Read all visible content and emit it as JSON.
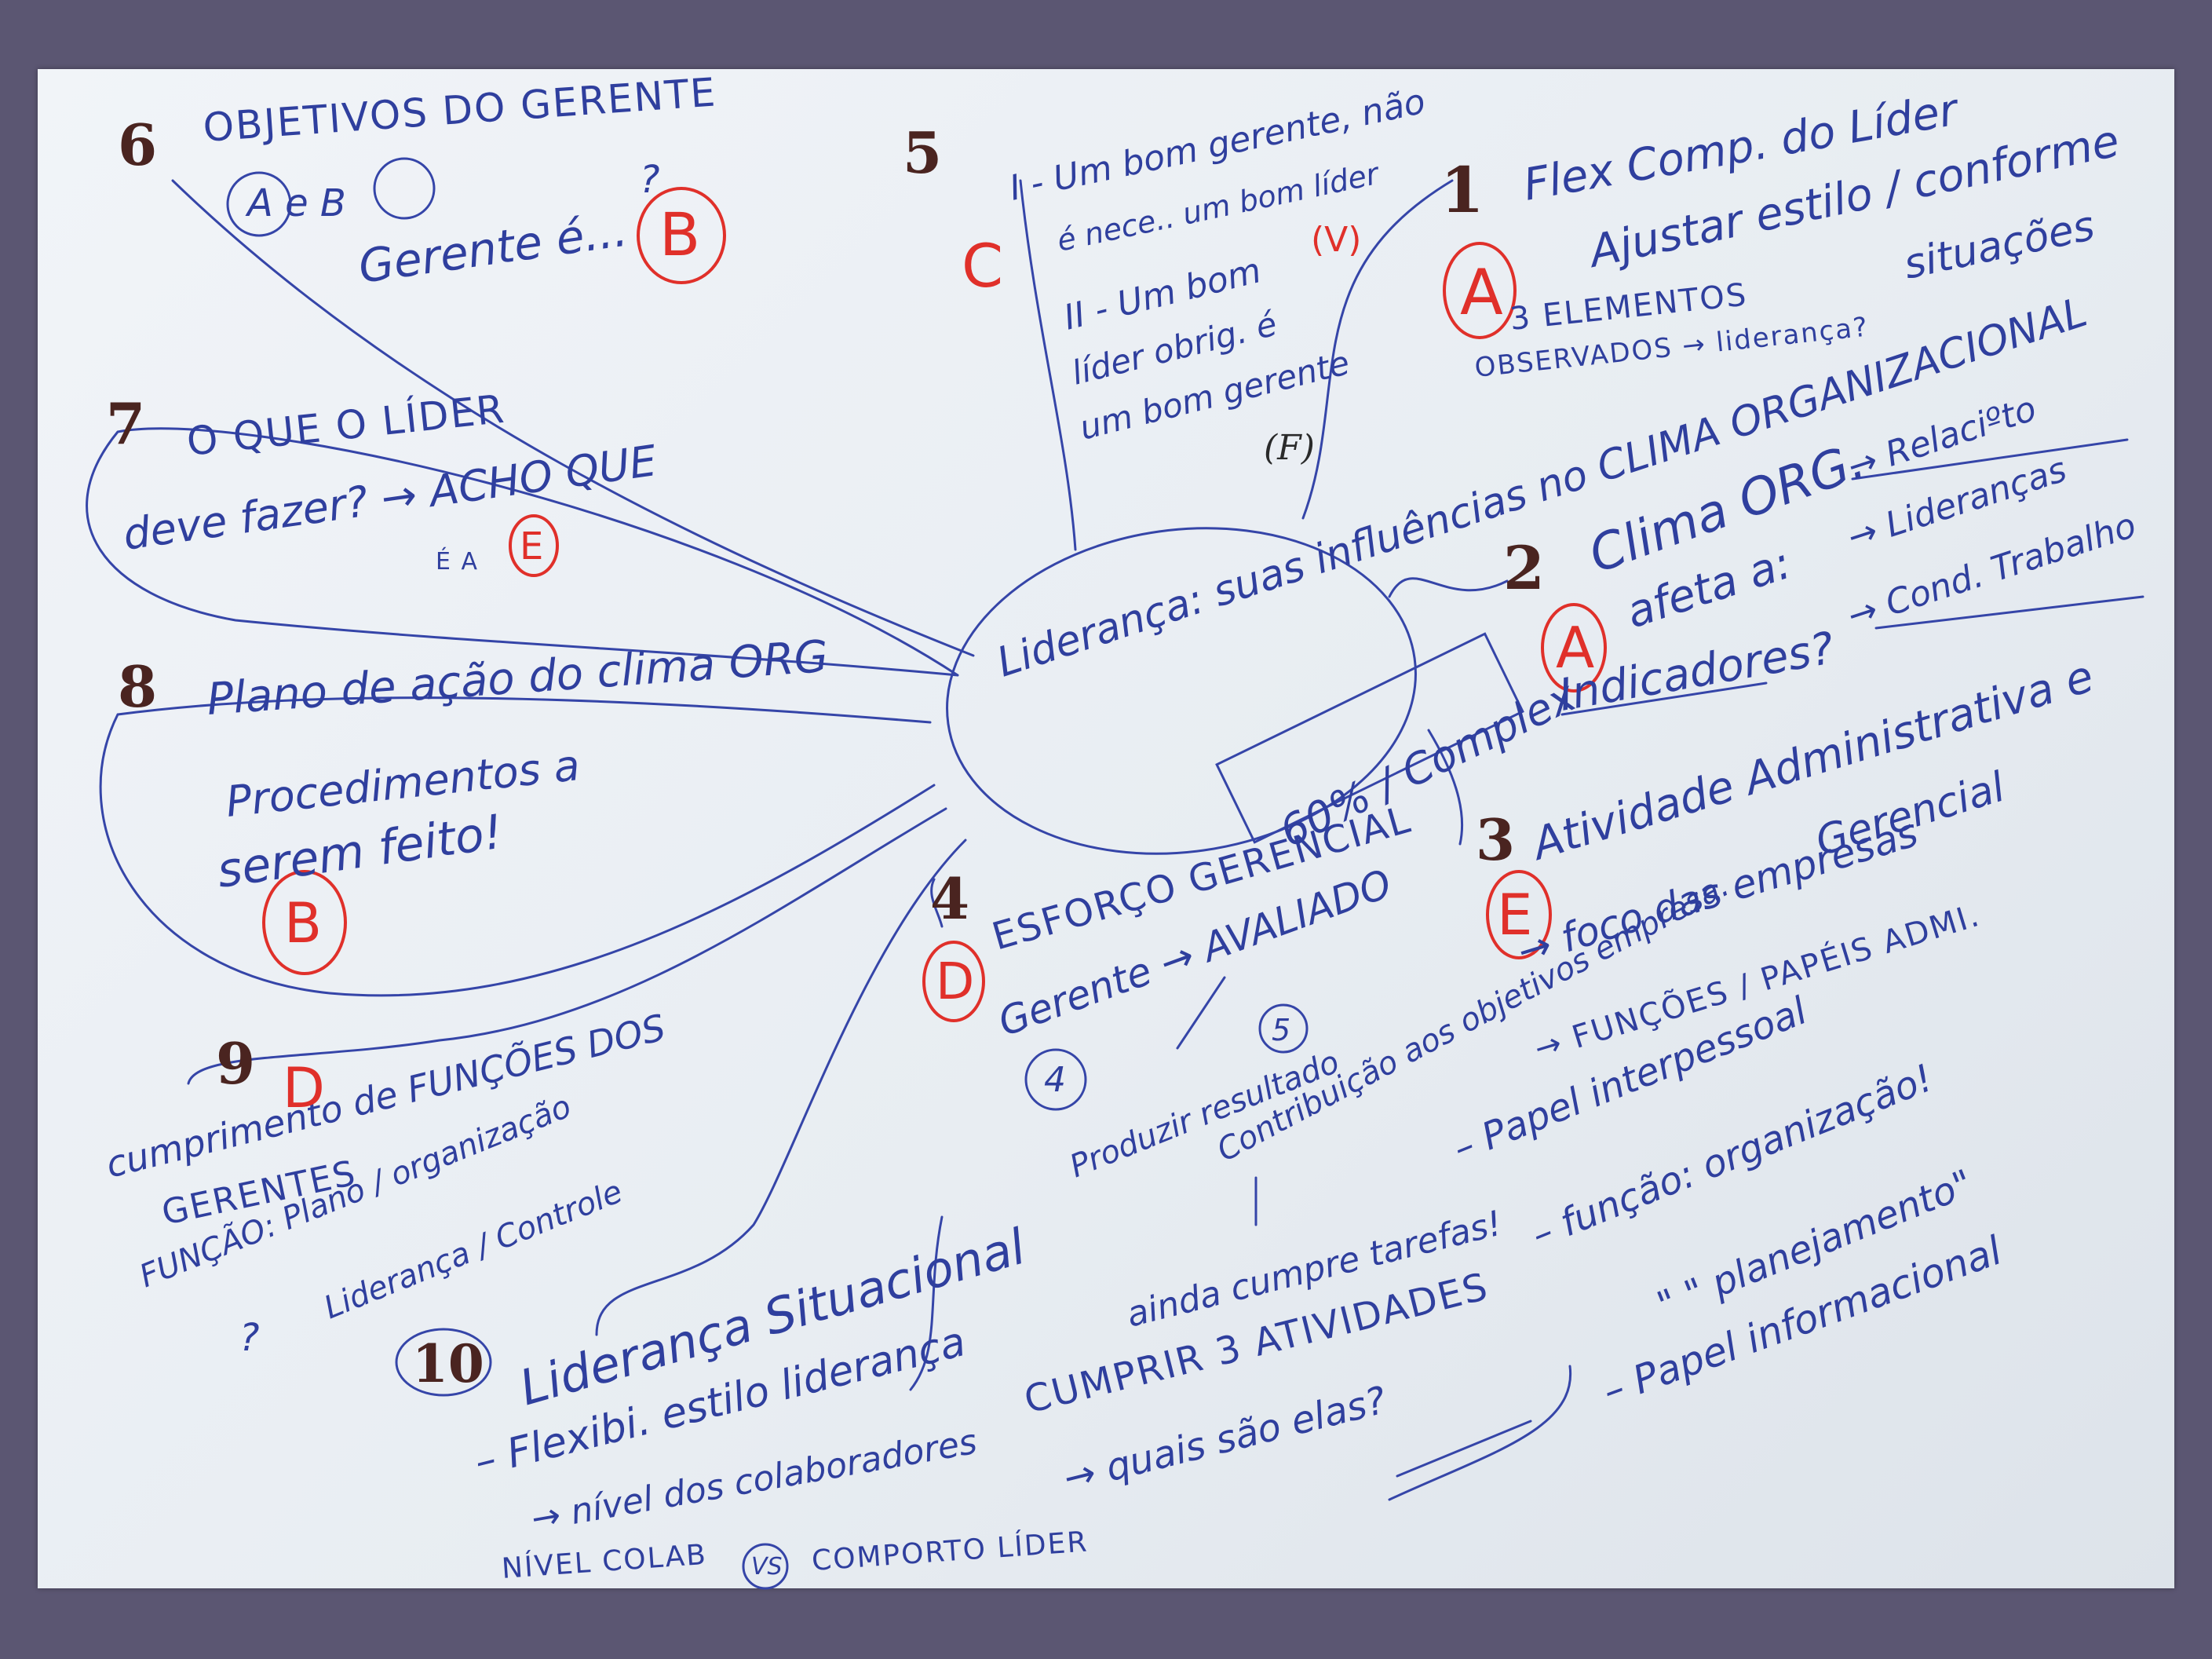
{
  "center": {
    "title": "Liderança: suas influências no CLIMA ORGANIZACIONAL",
    "box": "60% / Complex"
  },
  "branches": {
    "b1": {
      "number": "1",
      "line1": "Flex Comp. do Líder",
      "line2": "Ajustar estilo / conforme",
      "line3": "situações",
      "line4": "3 ELEMENTOS",
      "line5": "OBSERVADOS → liderança?",
      "answer": "A"
    },
    "b2": {
      "number": "2",
      "line1": "Clima ORG.",
      "line2": "afeta a:",
      "arrow1": "→ Relaciºto",
      "arrow2": "→ Lideranças",
      "arrow3": "→ Cond. Trabalho",
      "line3": "Indicadores?",
      "answer": "A"
    },
    "b3": {
      "number": "3",
      "line1": "Atividade Administrativa e",
      "line2": "Gerencial",
      "line3": "→ foco das empresas",
      "line4": "→ FUNÇÕES / PAPÉIS ADMI.",
      "line5": "– Papel interpessoal",
      "line6": "– função: organização!",
      "line7": "\" \" planejamento\"",
      "line8": "– Papel informacional",
      "answer": "E"
    },
    "b4": {
      "number": "4",
      "line1": "ESFORÇO GERENCIAL",
      "line2": "Gerente → AVALIADO",
      "line3": "Produzir resultado",
      "line4": "Contribuição aos objetivos empresa.",
      "line5": "ainda cumpre tarefas!",
      "line6": "CUMPRIR 3 ATIVIDADES",
      "line7": "→ quais são elas?",
      "answer": "D",
      "circ1": "4",
      "circ2": "5"
    },
    "b5": {
      "number": "5",
      "line1": "I - Um bom gerente, não",
      "line2": "é nece.. um bom líder",
      "line3": "II - Um bom",
      "line4": "líder obrig. é",
      "line5": "um bom gerente",
      "mark1": "(V)",
      "mark2": "(F)",
      "answer": "C"
    },
    "b6": {
      "number": "6",
      "line1": "OBJETIVOS DO GERENTE",
      "line2": "A e B",
      "line3": "Gerente é...",
      "q": "?",
      "answer": "B"
    },
    "b7": {
      "number": "7",
      "line1": "O QUE O LÍDER",
      "line2": "deve fazer? → ACHO QUE",
      "line3": "É A",
      "answer": "E"
    },
    "b8": {
      "number": "8",
      "line1": "Plano de ação do clima ORG",
      "line2": "Procedimentos a",
      "line3": "serem feito!",
      "answer": "B"
    },
    "b9": {
      "number": "9",
      "line1": "cumprimento de FUNÇÕES DOS",
      "line2": "GERENTES",
      "line3": "FUNÇÃO: Plano / organização",
      "line4": "Liderança / Controle",
      "q": "?",
      "answer": "D"
    },
    "b10": {
      "number": "10",
      "line1": "Liderança Situacional",
      "line2": "– Flexibi. estilo liderança",
      "line3": "→ nível dos colaboradores",
      "line4": "NÍVEL COLAB",
      "line5": "VS",
      "line6": "COMPORTO LÍDER"
    }
  }
}
